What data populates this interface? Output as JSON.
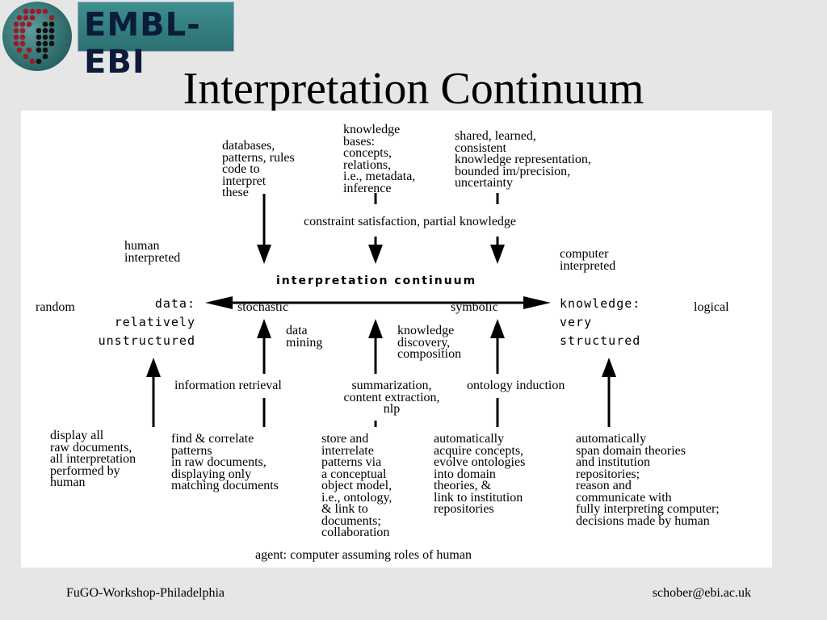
{
  "logo": {
    "text": "EMBL-EBI"
  },
  "title": "Interpretation Continuum",
  "diagram": {
    "top_left": "databases,\npatterns, rules\ncode to\ninterpret\nthese",
    "top_mid": "knowledge\nbases:\nconcepts,\nrelations,\ni.e., metadata,\ninference",
    "top_right": "shared, learned,\nconsistent\nknowledge representation,\nbounded im/precision,\nuncertainty",
    "constraint": "constraint satisfaction, partial knowledge",
    "human_interpreted": "human\ninterpreted",
    "computer_interpreted": "computer\ninterpreted",
    "continuum_label": "interpretation continuum",
    "random": "random",
    "data_label": "data:\nrelatively\nunstructured",
    "stochastic": "stochastic",
    "symbolic": "symbolic",
    "knowledge_label": "knowledge:\nvery\nstructured",
    "logical": "logical",
    "data_mining": "data\nmining",
    "knowledge_discovery": "knowledge\ndiscovery,\ncomposition",
    "information_retrieval": "information retrieval",
    "summarization": "summarization,\ncontent extraction,\nnlp",
    "ontology_induction": "ontology induction",
    "bottom_1": "display all\nraw documents,\nall interpretation\nperformed by\nhuman",
    "bottom_2": "find & correlate\npatterns\nin raw documents,\ndisplaying only\nmatching documents",
    "bottom_3": "store and\ninterrelate\npatterns via\na conceptual\nobject model,\ni.e., ontology,\n& link to\ndocuments;\ncollaboration",
    "bottom_4": "automatically\nacquire concepts,\nevolve ontologies\ninto domain\ntheories, &\nlink to institution\nrepositories",
    "bottom_5": "automatically\nspan domain theories\nand institution\nrepositories;\nreason and\ncommunicate with\nfully interpreting computer;\ndecisions made by human",
    "agent": "agent: computer assuming roles of human"
  },
  "footer": {
    "left": "FuGO-Workshop-Philadelphia",
    "right": "schober@ebi.ac.uk"
  }
}
